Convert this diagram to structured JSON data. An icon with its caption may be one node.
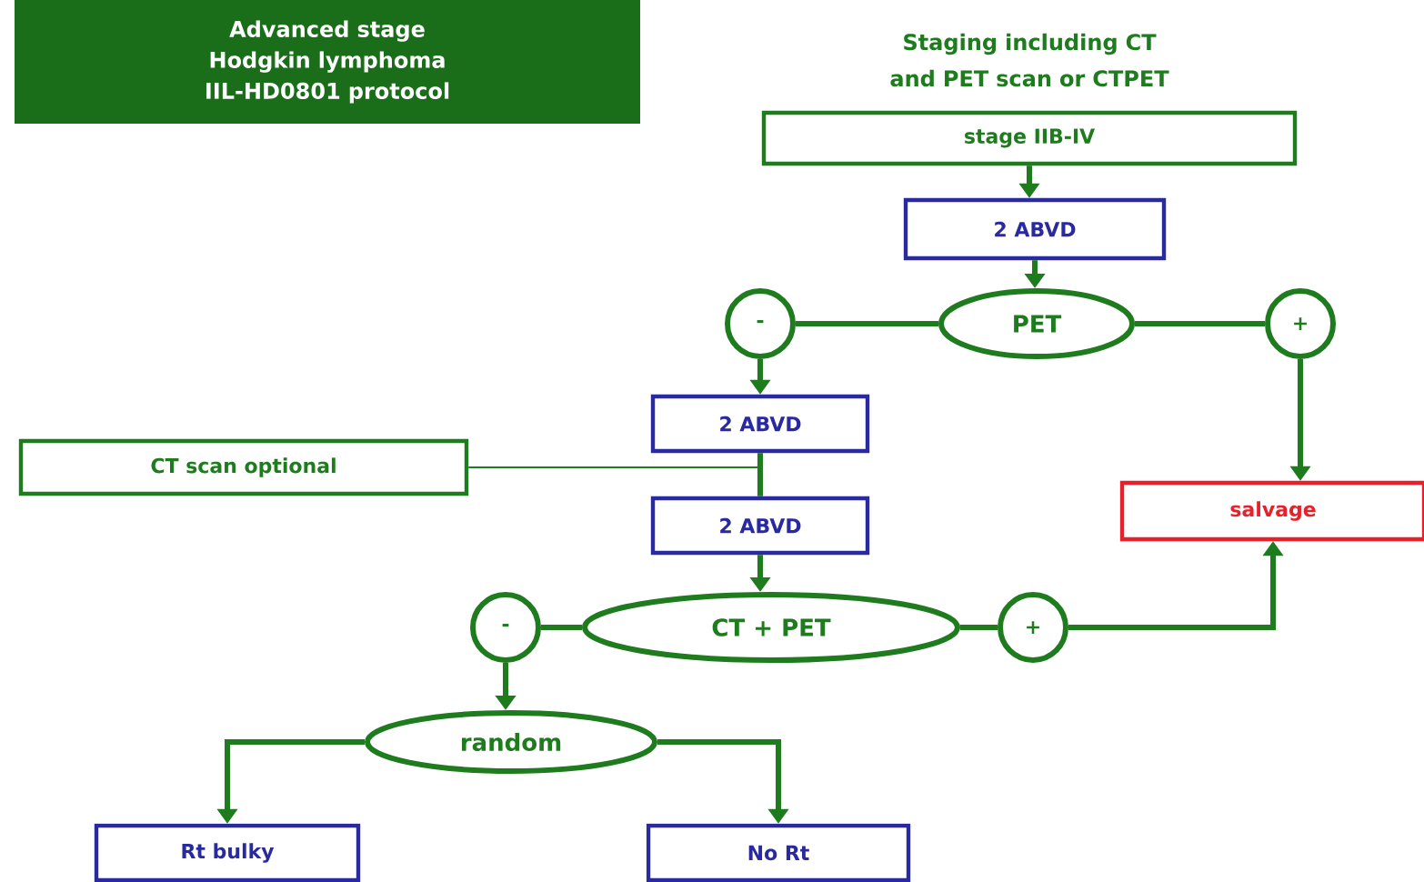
{
  "diagram": {
    "nodes": [
      {
        "text": [
          "Advanced stage Hodgkin lymphoma IIL-HD0801 protocol"
        ]
      },
      {
        "text": [
          "Staging including CT and PET scan or CTPET",
          "stage IIB-IV"
        ]
      },
      {
        "text": [
          "2 ABVD"
        ]
      },
      {
        "text": [
          "-"
        ]
      },
      {
        "text": [
          "PET"
        ]
      },
      {
        "text": [
          "+"
        ]
      },
      {
        "text": [
          "2 ABVD"
        ]
      },
      {
        "text": [
          "CT scan optional"
        ]
      },
      {
        "text": [
          "2 ABVD"
        ]
      },
      {
        "text": [
          "salvage"
        ]
      },
      {
        "text": [
          "-"
        ]
      },
      {
        "text": [
          "CT + PET"
        ]
      },
      {
        "text": [
          "+"
        ]
      },
      {
        "text": [
          "random"
        ]
      },
      {
        "text": [
          "Rt bulky"
        ]
      },
      {
        "text": [
          "No Rt"
        ]
      }
    ],
    "edges": [
      {
        "from": 1,
        "to": 2,
        "arrow": "to"
      },
      {
        "from": 2,
        "to": 4,
        "arrow": "to"
      },
      {
        "from": 4,
        "to": 3,
        "arrow": "none"
      },
      {
        "from": 4,
        "to": 5,
        "arrow": "none"
      },
      {
        "from": 3,
        "to": 6,
        "arrow": "to"
      },
      {
        "from": 5,
        "to": 9,
        "arrow": "to"
      },
      {
        "from": 6,
        "to": 8,
        "arrow": "none"
      },
      {
        "from": 7,
        "to": 6,
        "arrow": "none"
      },
      {
        "from": 8,
        "to": 11,
        "arrow": "to"
      },
      {
        "from": 11,
        "to": 10,
        "arrow": "none"
      },
      {
        "from": 11,
        "to": 12,
        "arrow": "none"
      },
      {
        "from": 12,
        "to": 9,
        "arrow": "to"
      },
      {
        "from": 10,
        "to": 13,
        "arrow": "to"
      },
      {
        "from": 13,
        "to": 14,
        "arrow": "to"
      },
      {
        "from": 13,
        "to": 15,
        "arrow": "to"
      }
    ]
  }
}
